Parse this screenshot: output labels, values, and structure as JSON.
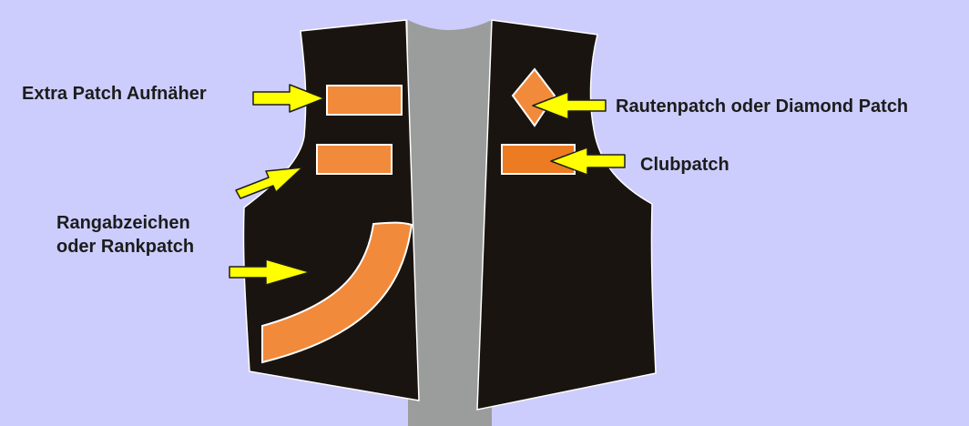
{
  "diagram": {
    "background_color": "#cccdfd",
    "vest_color": "#1a1410",
    "lining_color": "#9b9d9c",
    "patch_color": "#f28a3b",
    "club_patch_color": "#ec7b22",
    "arrow_color": "#ffff00",
    "labels": {
      "extra_patch": "Extra Patch Aufnäher",
      "diamond_patch": "Rautenpatch oder Diamond Patch",
      "club_patch": "Clubpatch",
      "rank_patch_line1": "Rangabzeichen",
      "rank_patch_line2": "oder Rankpatch"
    }
  }
}
